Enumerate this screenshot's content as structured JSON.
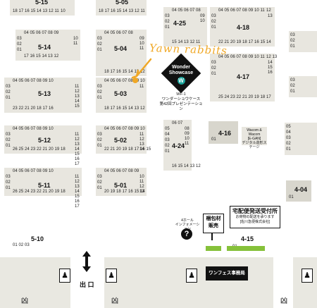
{
  "blocks": [
    {
      "id": "5-15",
      "top_row": [],
      "bottom_row": [
        "18",
        "17",
        "16",
        "15",
        "14",
        "13",
        "12",
        "11",
        "10"
      ],
      "left_col": [],
      "right_col": []
    },
    {
      "id": "5-05",
      "top_row": [],
      "bottom_row": [
        "18",
        "17",
        "16",
        "15",
        "14",
        "13",
        "12",
        "11"
      ],
      "left_col": [],
      "right_col": []
    },
    {
      "id": "5-14",
      "top_row": [
        "04",
        "05",
        "06",
        "07",
        "08",
        "09"
      ],
      "bottom_row": [
        "17",
        "16",
        "15",
        "14",
        "13",
        "12"
      ],
      "left_col": [
        "03",
        "02",
        "01"
      ],
      "right_col": [
        "10",
        "11"
      ]
    },
    {
      "id": "5-04",
      "top_row": [
        "04",
        "05",
        "06",
        "07",
        "08"
      ],
      "bottom_row": [
        "18",
        "17",
        "16",
        "15",
        "14",
        "13",
        "12"
      ],
      "left_col": [
        "03",
        "02",
        "01"
      ],
      "right_col": [
        "09",
        "10",
        "11"
      ]
    },
    {
      "id": "5-13",
      "top_row": [
        "04",
        "05",
        "06",
        "07",
        "08",
        "09",
        "10"
      ],
      "bottom_row": [
        "23",
        "22",
        "21",
        "20",
        "18",
        "17",
        "16"
      ],
      "left_col": [
        "03",
        "02",
        "01"
      ],
      "right_col": [
        "11",
        "12",
        "13",
        "14",
        "15"
      ]
    },
    {
      "id": "5-03",
      "top_row": [
        "04",
        "05",
        "06",
        "07",
        "08",
        "09",
        "10"
      ],
      "bottom_row": [
        "18",
        "17",
        "16",
        "15",
        "14",
        "13",
        "12"
      ],
      "left_col": [
        "03",
        "02",
        "01"
      ],
      "right_col": [
        "11"
      ]
    },
    {
      "id": "5-12",
      "top_row": [
        "04",
        "05",
        "06",
        "07",
        "08",
        "09",
        "10"
      ],
      "bottom_row": [
        "26",
        "25",
        "24",
        "23",
        "22",
        "21",
        "20",
        "19",
        "18"
      ],
      "left_col": [
        "03",
        "02",
        "01"
      ],
      "right_col": [
        "11",
        "12",
        "13",
        "14",
        "15",
        "16",
        "17"
      ]
    },
    {
      "id": "5-02",
      "top_row": [
        "04",
        "05",
        "06",
        "07",
        "08",
        "09",
        "10"
      ],
      "bottom_row": [
        "22",
        "21",
        "20",
        "19",
        "18",
        "17",
        "16",
        "15"
      ],
      "left_col": [
        "03",
        "02",
        "01"
      ],
      "right_col": [
        "11",
        "12",
        "13",
        "14"
      ]
    },
    {
      "id": "5-11",
      "top_row": [
        "04",
        "05",
        "06",
        "07",
        "08",
        "09",
        "10"
      ],
      "bottom_row": [
        "26",
        "25",
        "24",
        "23",
        "22",
        "21",
        "20",
        "19",
        "18"
      ],
      "left_col": [
        "03",
        "02",
        "01"
      ],
      "right_col": [
        "11",
        "12",
        "13",
        "14",
        "15",
        "16",
        "17"
      ]
    },
    {
      "id": "5-01",
      "top_row": [
        "04",
        "05",
        "06",
        "07",
        "08",
        "09"
      ],
      "bottom_row": [
        "20",
        "19",
        "18",
        "17",
        "16",
        "15",
        "14"
      ],
      "left_col": [
        "03",
        "02",
        "01"
      ],
      "right_col": [
        "10",
        "11",
        "12",
        "13"
      ]
    },
    {
      "id": "4-25",
      "top_row": [
        "04",
        "05",
        "06",
        "07",
        "08"
      ],
      "bottom_row": [
        "15",
        "14",
        "13",
        "12",
        "11"
      ],
      "left_col": [
        "03",
        "02",
        "01"
      ],
      "right_col": [
        "09",
        "10"
      ]
    },
    {
      "id": "4-18",
      "top_row": [
        "04",
        "05",
        "06",
        "07",
        "08",
        "09",
        "10",
        "11",
        "12"
      ],
      "bottom_row": [
        "22",
        "21",
        "20",
        "19",
        "18",
        "17",
        "16",
        "15",
        "14"
      ],
      "left_col": [
        "03",
        "02",
        "01"
      ],
      "right_col": [
        "13"
      ]
    },
    {
      "id": "4-17",
      "top_row": [
        "04",
        "05",
        "06",
        "07",
        "08",
        "09",
        "10",
        "11",
        "12",
        "13"
      ],
      "bottom_row": [
        "25",
        "24",
        "23",
        "22",
        "21",
        "20",
        "19",
        "18",
        "17"
      ],
      "left_col": [
        "03",
        "02",
        "01"
      ],
      "right_col": [
        "14",
        "15",
        "16"
      ]
    },
    {
      "id": "4-24",
      "top_row": [
        "06",
        "07"
      ],
      "bottom_row": [
        "16",
        "15",
        "14",
        "13",
        "12"
      ],
      "left_col": [
        "05",
        "04",
        "03",
        "02",
        "01"
      ],
      "right_col": [
        "08",
        "09",
        "10",
        "11"
      ]
    },
    {
      "id": "4-16",
      "top_row": [],
      "bottom_row": [
        "01"
      ],
      "left_col": [],
      "right_col": []
    },
    {
      "id": "4-04",
      "top_row": [],
      "bottom_row": [
        "01"
      ],
      "left_col": [],
      "right_col": []
    },
    {
      "id": "5-10",
      "top_row": [],
      "bottom_row": [
        "01",
        "02",
        "03"
      ],
      "left_col": [],
      "right_col": []
    },
    {
      "id": "4-15",
      "top_row": [],
      "bottom_row": [
        "01"
      ],
      "left_col": [],
      "right_col": []
    }
  ],
  "right_edge_cols": [
    [
      "03",
      "02",
      "01"
    ],
    [
      "03",
      "02",
      "01"
    ],
    [
      "05",
      "04",
      "03",
      "02",
      "01"
    ]
  ],
  "highlight": {
    "block": "5-03",
    "space": "09"
  },
  "annotation": "Yawn rabbits",
  "wonder_showcase": {
    "logo_line1": "Wonder",
    "logo_line2": "Showcase",
    "logo_mark": "W",
    "caption1": "WF-1",
    "caption2": "ワンダーショウケース",
    "caption3": "第42回プレゼンテーション"
  },
  "wacom_stage": {
    "line1": "Wacom & Wacom",
    "line2": "[E-GAN]",
    "line3": "デジタル造形ステージ"
  },
  "info_booth": {
    "line1": "4ホール",
    "line2": "インフォメーション",
    "icon": "?"
  },
  "packing_booth": {
    "line1": "梱包材",
    "line2": "販売"
  },
  "delivery_booth": {
    "title": "宅配便発送受付所",
    "line2": "お荷物の配送を承ります",
    "line3": "[佐川急便株式会社]"
  },
  "exit_label": "出 口",
  "office_label": "ワンフェス事務局",
  "door_glyph": "凶",
  "restroom_icon": "person-icon"
}
